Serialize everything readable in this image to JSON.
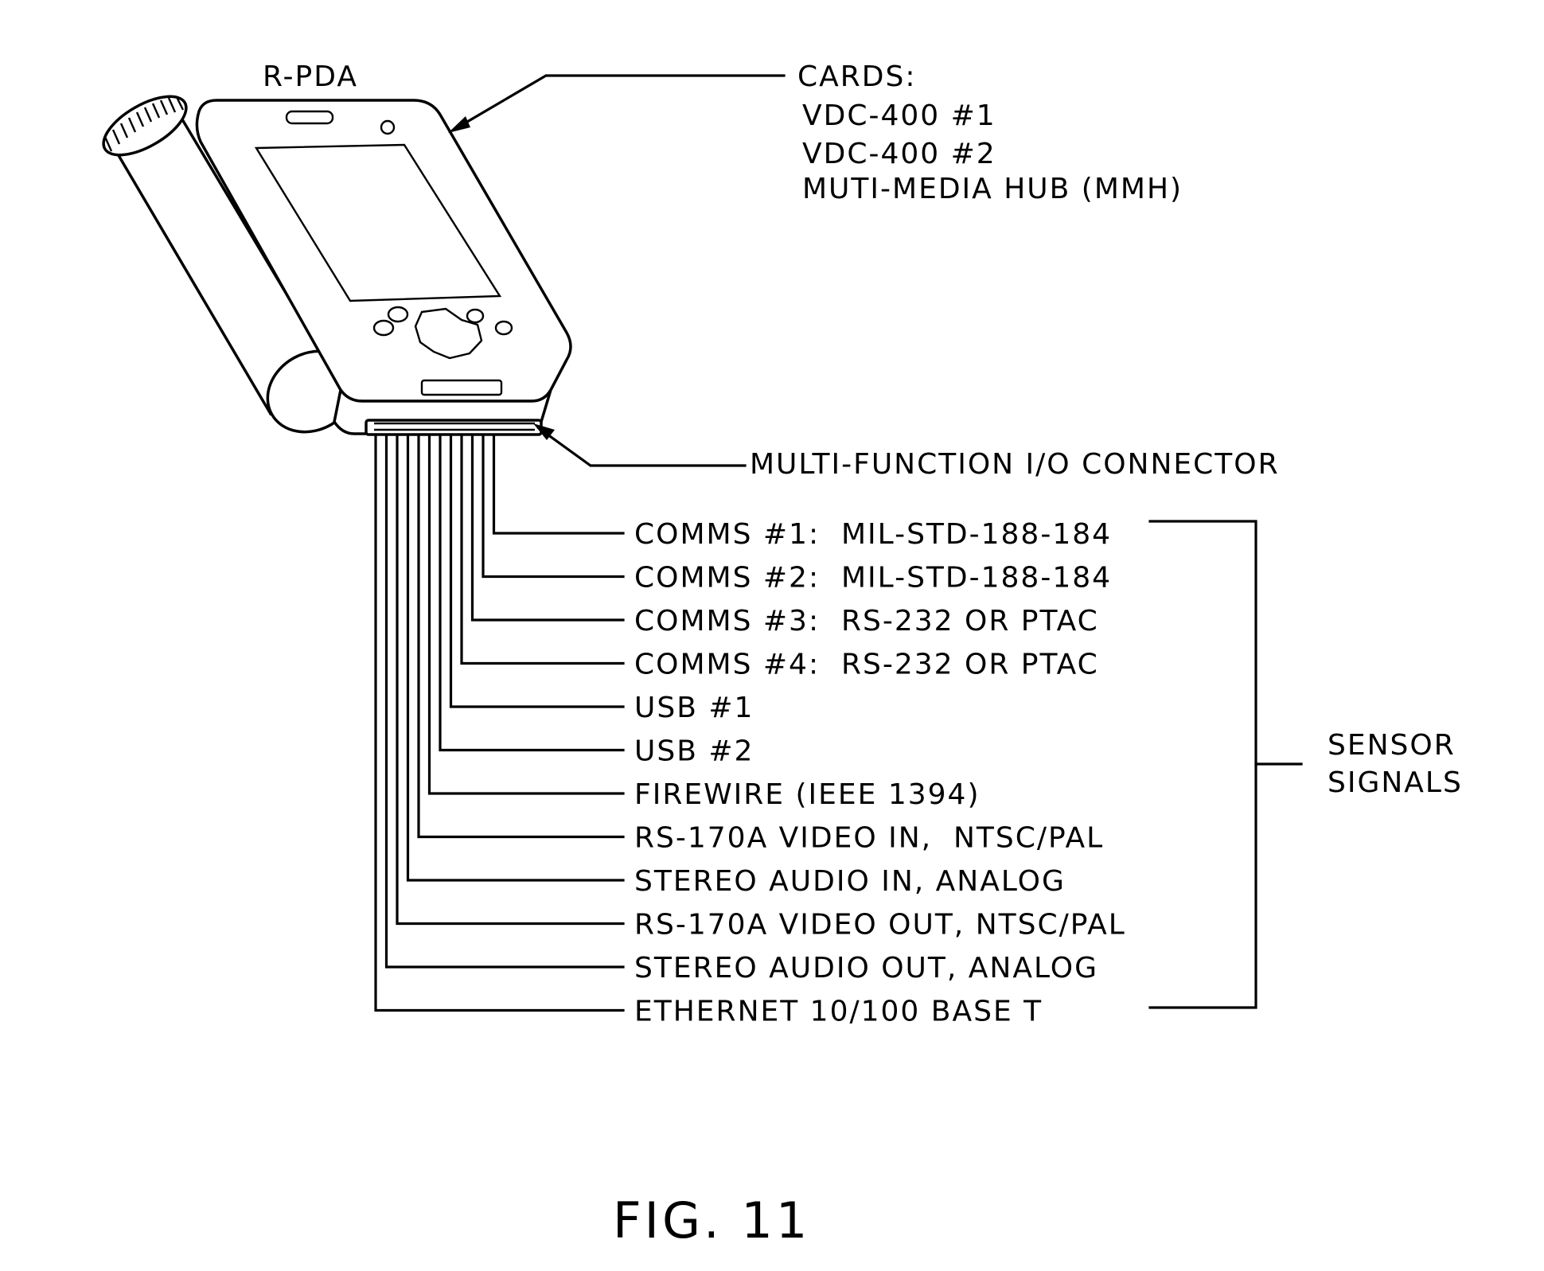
{
  "device": {
    "name": "R-PDA"
  },
  "cards": {
    "heading": "CARDS:",
    "items": [
      "VDC-400 #1",
      "VDC-400 #2",
      "MUTI-MEDIA HUB (MMH)"
    ]
  },
  "connector": {
    "label": "MULTI-FUNCTION I/O CONNECTOR"
  },
  "signals": [
    "COMMS #1:  MIL-STD-188-184",
    "COMMS #2:  MIL-STD-188-184",
    "COMMS #3:  RS-232 OR PTAC",
    "COMMS #4:  RS-232 OR PTAC",
    "USB #1",
    "USB #2",
    "FIREWIRE (IEEE 1394)",
    "RS-170A VIDEO IN,  NTSC/PAL",
    "STEREO AUDIO IN, ANALOG",
    "RS-170A VIDEO OUT, NTSC/PAL",
    "STEREO AUDIO OUT, ANALOG",
    "ETHERNET 10/100 BASE T"
  ],
  "group": {
    "line1": "SENSOR",
    "line2": "SIGNALS"
  },
  "figure": {
    "caption": "FIG. 11"
  }
}
